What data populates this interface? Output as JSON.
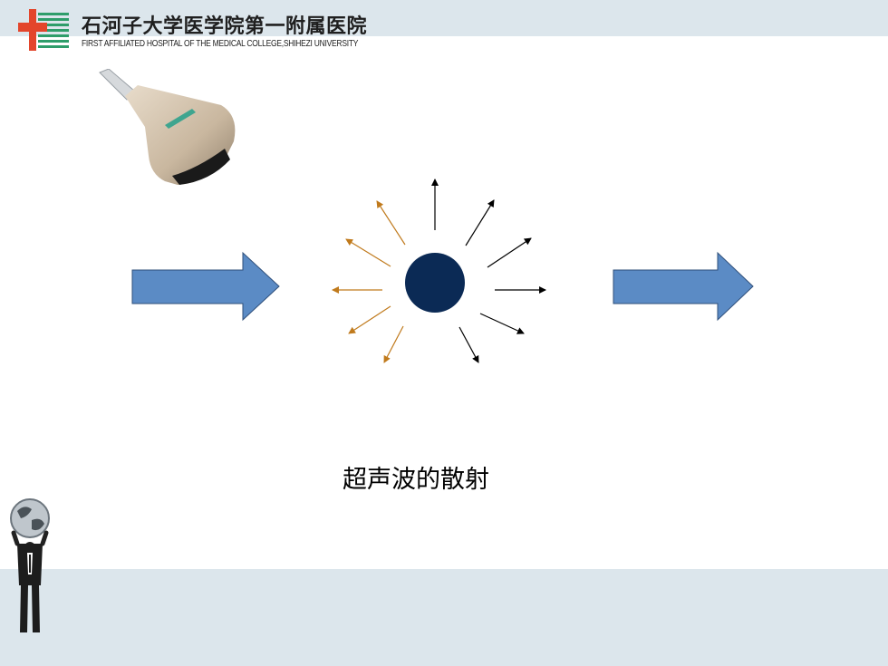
{
  "header": {
    "title_cn": "石河子大学医学院第一附属医院",
    "title_en": "FIRST AFFILIATED HOSPITAL OF THE MEDICAL COLLEGE,SHIHEZI UNIVERSITY"
  },
  "caption": "超声波的散射",
  "icons": {
    "logo": "hospital-cross-logo",
    "probe": "ultrasound-probe-image",
    "person": "person-holding-globe-icon"
  },
  "colors": {
    "band": "#dce6ec",
    "arrow_fill": "#5b8bc5",
    "arrow_stroke": "#2f4f7a",
    "particle": "#0b2a55",
    "scatter_back": "#c07a1c",
    "scatter_forward": "#000000"
  }
}
